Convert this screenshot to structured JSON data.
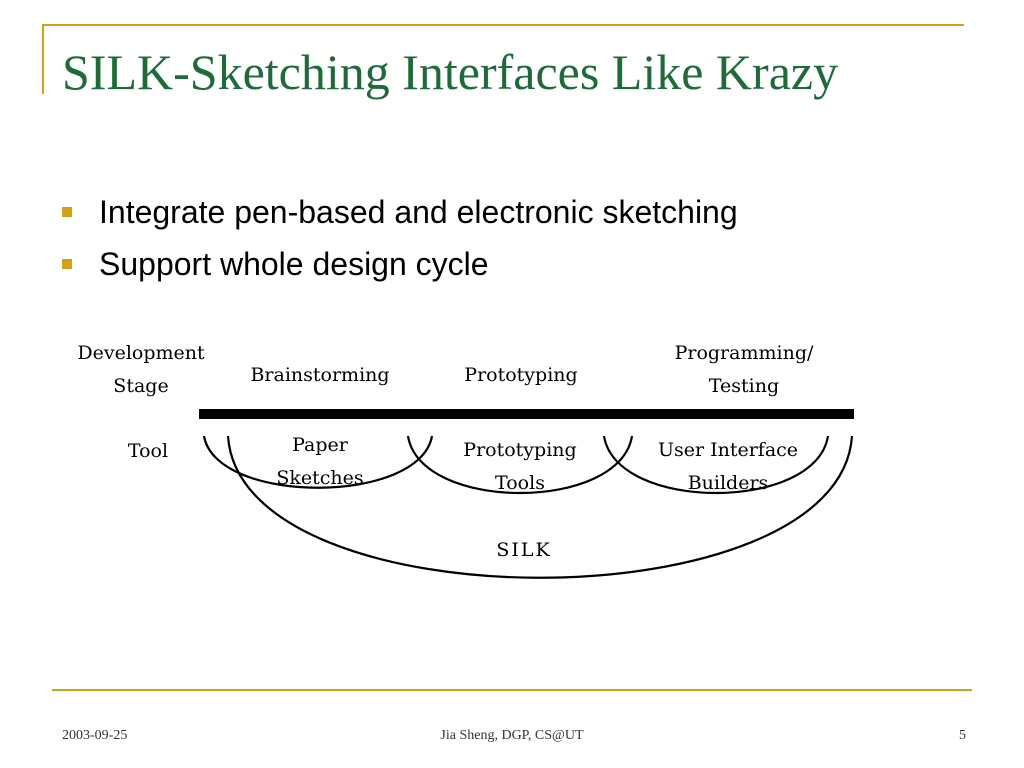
{
  "slide": {
    "title": "SILK-Sketching Interfaces Like Krazy",
    "bullets": [
      "Integrate pen-based and electronic sketching",
      "Support whole design cycle"
    ]
  },
  "diagram": {
    "stage_header": [
      "Development",
      "Stage"
    ],
    "tool_header": "Tool",
    "stages": [
      [
        "Brainstorming"
      ],
      [
        "Prototyping"
      ],
      [
        "Programming/",
        "Testing"
      ]
    ],
    "tools": [
      [
        "Paper",
        "Sketches"
      ],
      [
        "Prototyping",
        "Tools"
      ],
      [
        "User Interface",
        "Builders"
      ]
    ],
    "umbrella_tool": "SILK"
  },
  "footer": {
    "date": "2003-09-25",
    "author": "Jia Sheng, DGP, CS@UT",
    "page": "5"
  },
  "colors": {
    "title": "#1e6b3a",
    "accent": "#d4a017",
    "text": "#000000"
  }
}
